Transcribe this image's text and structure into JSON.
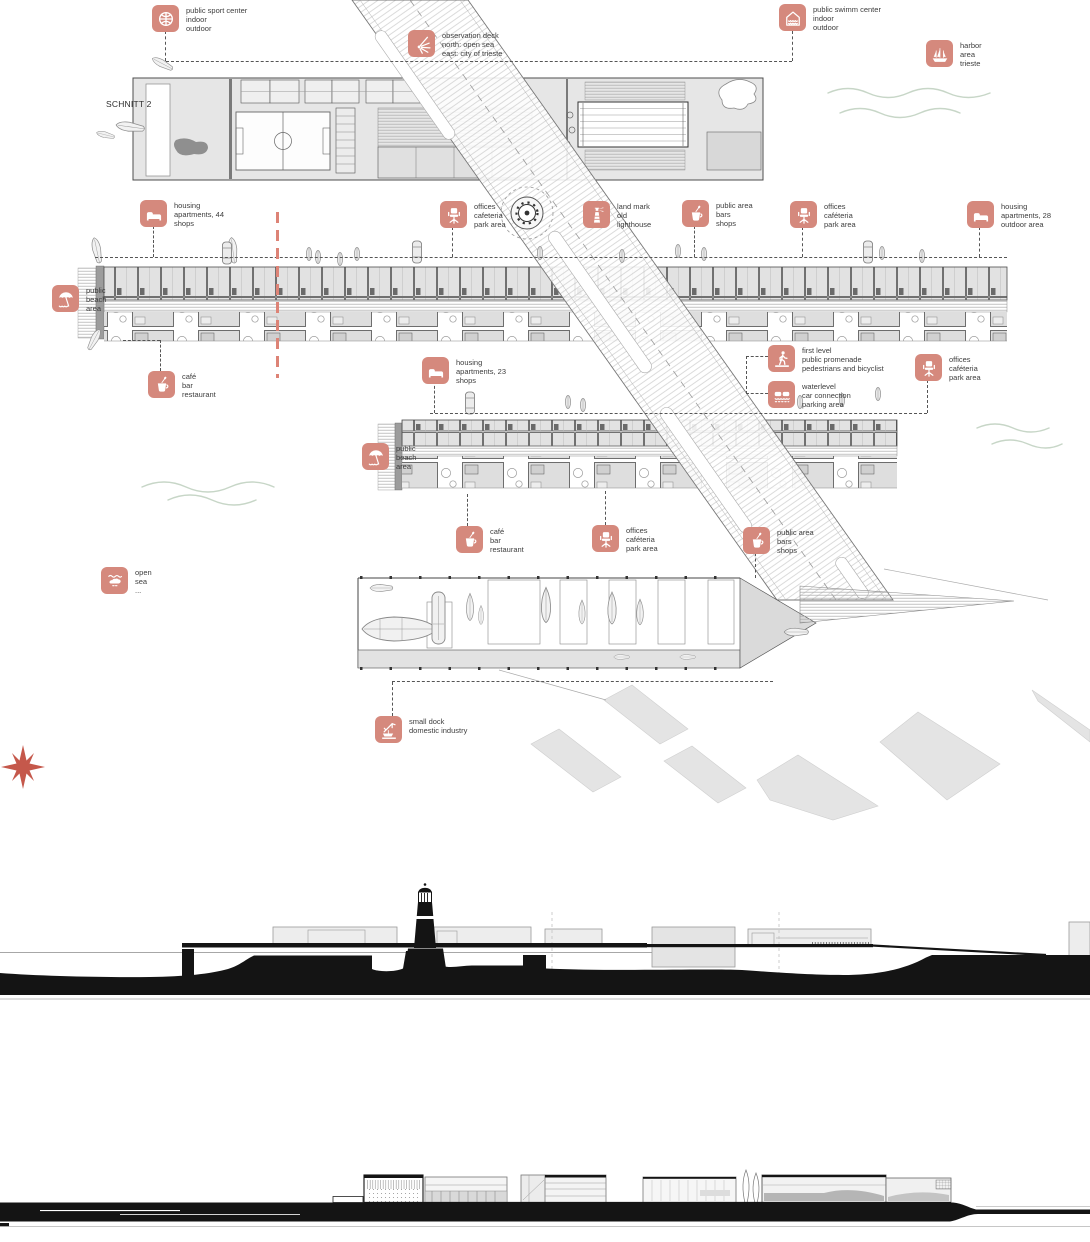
{
  "colors": {
    "badge": "#d5897d",
    "section_cut_red": "#dd8376",
    "label_text": "#3d3d3d",
    "building_fill": "#e2e2e2",
    "outline": "#4d4d4d",
    "wave_green": "#c7d6c7",
    "section_black": "#141414"
  },
  "labels": {
    "schnitt2": "SCHNITT 2",
    "sport": {
      "line1": "public sport center",
      "line2": "indoor",
      "line3": "outdoor"
    },
    "observation": {
      "line1": "observation deck",
      "line2": "north: open sea",
      "line3": "east: city of trieste"
    },
    "swim": {
      "line1": "public swimm center",
      "line2": "indoor",
      "line3": "outdoor"
    },
    "harbor": {
      "line1": "harbor",
      "line2": "area",
      "line3": "trieste"
    },
    "housing44": {
      "line1": "housing",
      "line2": "apartments, 44",
      "line3": "shops"
    },
    "offices1": {
      "line1": "offices",
      "line2": "cafeteria",
      "line3": "park area"
    },
    "landmark": {
      "line1": "land mark",
      "line2": "old",
      "line3": "lighthouse"
    },
    "publicarea1": {
      "line1": "public area",
      "line2": "bars",
      "line3": "shops"
    },
    "offices2": {
      "line1": "offices",
      "line2": "caféteria",
      "line3": "park area"
    },
    "housing28": {
      "line1": "housing",
      "line2": "apartments, 28",
      "line3": "outdoor area"
    },
    "beach1": {
      "line1": "public",
      "line2": "beach",
      "line3": "area"
    },
    "cafe1": {
      "line1": "café",
      "line2": "bar",
      "line3": "restaurant"
    },
    "housing23": {
      "line1": "housing",
      "line2": "apartments, 23",
      "line3": "shops"
    },
    "firstlevel": {
      "line1": "first level",
      "line2": "public promenade",
      "line3": "pedestrians and bicyclist"
    },
    "waterlevel": {
      "line1": "waterlevel",
      "line2": "car connection",
      "line3": "parking area"
    },
    "offices3": {
      "line1": "offices",
      "line2": "caféteria",
      "line3": "park area"
    },
    "beach2": {
      "line1": "public",
      "line2": "beach",
      "line3": "area"
    },
    "cafe2": {
      "line1": "café",
      "line2": "bar",
      "line3": "restaurant"
    },
    "offices4": {
      "line1": "offices",
      "line2": "caféteria",
      "line3": "park area"
    },
    "publicarea2": {
      "line1": "public area",
      "line2": "bars",
      "line3": "shops"
    },
    "opensea": {
      "line1": "open",
      "line2": "sea",
      "line3": "..."
    },
    "smalldock": {
      "line1": "small dock",
      "line2": "domestic industry"
    }
  }
}
